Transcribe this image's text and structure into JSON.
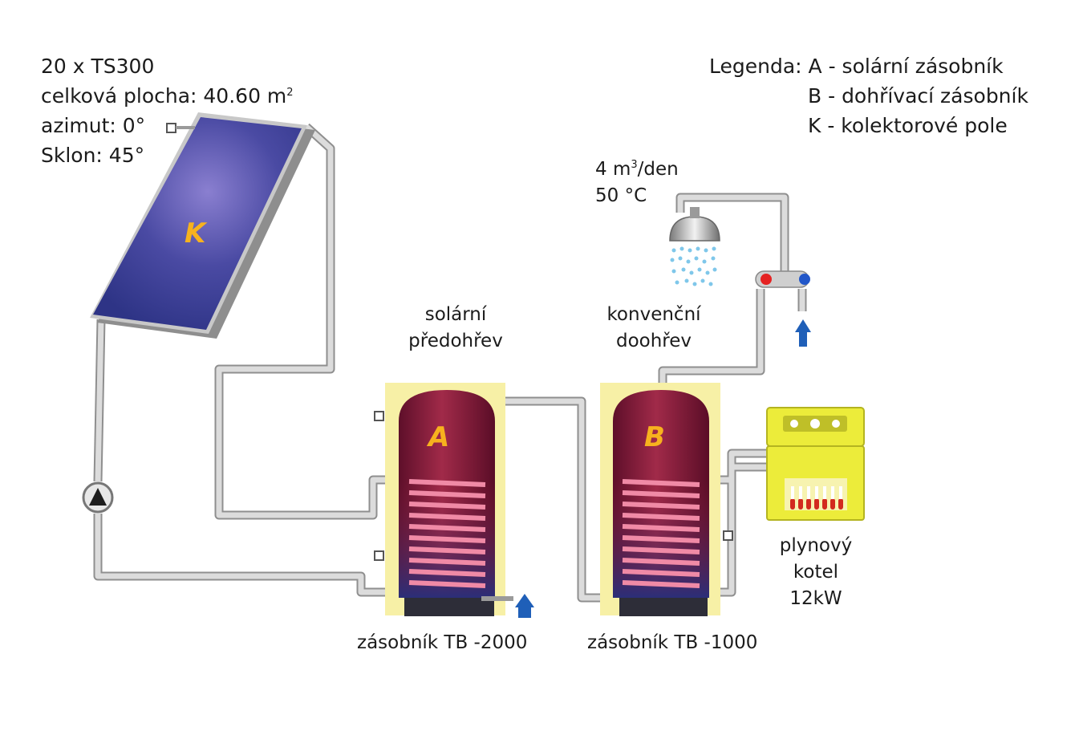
{
  "collector_info": {
    "count": "20 x TS300",
    "area_label": "celková plocha: 40.60 m",
    "area_sup": "2",
    "azimuth": "azimut: 0°",
    "tilt": "Sklon: 45°"
  },
  "legend": {
    "title": "Legenda:",
    "items": [
      "A - solární zásobník",
      "B - dohřívací zásobník",
      "K - kolektorové pole"
    ]
  },
  "consumption": {
    "volume_prefix": "4 m",
    "volume_sup": "3",
    "volume_suffix": "/den",
    "temperature": "50 °C"
  },
  "stages": {
    "solar": [
      "solární",
      "předohřev"
    ],
    "conventional": [
      "konvenční",
      "doohřev"
    ]
  },
  "components": {
    "collector_letter": "K",
    "tank_a_letter": "A",
    "tank_b_letter": "B",
    "tank_a_name": "zásobník TB -2000",
    "tank_b_name": "zásobník TB -1000",
    "boiler": [
      "plynový",
      "kotel",
      "12kW"
    ]
  },
  "colors": {
    "collector": "#3f3f95",
    "tank": "#8c1e3b",
    "tank_jacket": "#f7f0a6",
    "boiler": "#ecec3a",
    "pipe": "#c6c6c6",
    "letters": "#f7b21e"
  }
}
